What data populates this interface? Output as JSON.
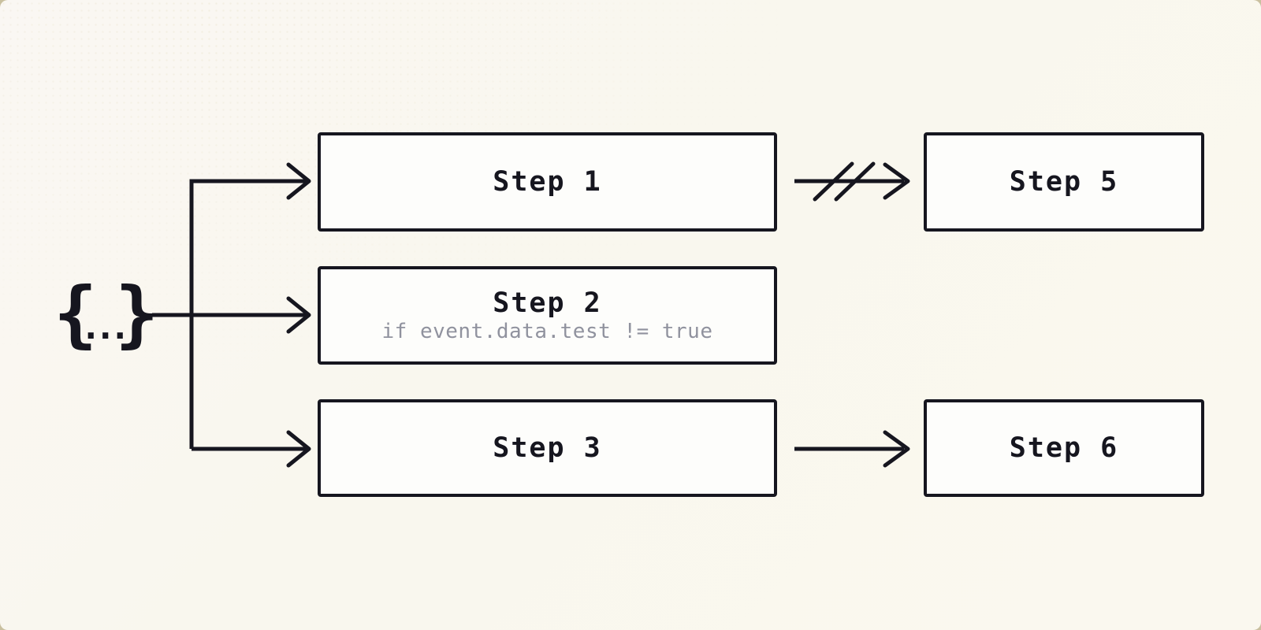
{
  "diagram": {
    "source": {
      "label": "{...}",
      "open_brace": "{",
      "ellipsis": "...",
      "close_brace": "}"
    },
    "steps": [
      {
        "id": "step-1",
        "title": "Step 1",
        "subtitle": ""
      },
      {
        "id": "step-2",
        "title": "Step 2",
        "subtitle": "if event.data.test != true"
      },
      {
        "id": "step-3",
        "title": "Step 3",
        "subtitle": ""
      },
      {
        "id": "step-5",
        "title": "Step 5",
        "subtitle": ""
      },
      {
        "id": "step-6",
        "title": "Step 6",
        "subtitle": ""
      }
    ],
    "edges": [
      {
        "from": "source",
        "to": "step-1",
        "type": "arrow"
      },
      {
        "from": "source",
        "to": "step-2",
        "type": "arrow"
      },
      {
        "from": "source",
        "to": "step-3",
        "type": "arrow"
      },
      {
        "from": "step-1",
        "to": "step-5",
        "type": "blocked-arrow"
      },
      {
        "from": "step-3",
        "to": "step-6",
        "type": "arrow"
      }
    ],
    "colors": {
      "canvas_background": "#f9f7ee",
      "outer_background": "#c9c09f",
      "ink": "#16161f",
      "box_fill": "#fdfdfb",
      "muted_text": "#90929e"
    }
  }
}
